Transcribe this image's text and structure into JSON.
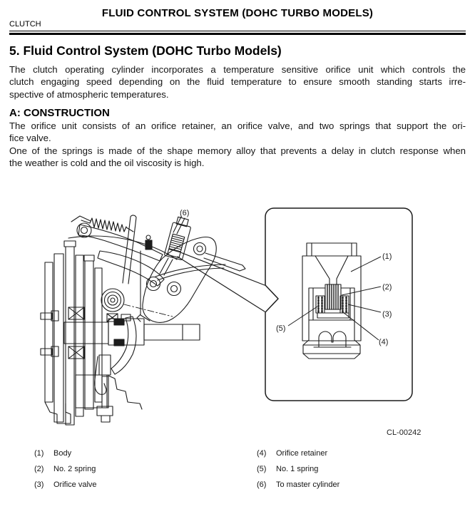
{
  "page": {
    "header": {
      "title": "FLUID CONTROL SYSTEM (DOHC TURBO MODELS)",
      "section_label": "CLUTCH"
    },
    "section_heading": "5. Fluid Control System (DOHC Turbo Models)",
    "intro_lines": [
      "The clutch operating cylinder incorporates a temperature sensitive orifice unit which controls the",
      "clutch engaging speed depending on the fluid temperature to ensure smooth standing starts irre-",
      "spective of atmospheric temperatures."
    ],
    "construction": {
      "heading": "A: CONSTRUCTION",
      "lines": [
        "The orifice unit consists of an orifice retainer, an orifice valve, and two springs that support the ori-",
        "fice valve.",
        "One of the springs is made of the shape memory alloy that prevents a delay in clutch response when",
        "the weather is cold and the oil viscosity is high."
      ]
    },
    "figure": {
      "code": "CL-00242",
      "callouts": [
        "(1)",
        "(2)",
        "(3)",
        "(4)",
        "(5)",
        "(6)"
      ],
      "legend": [
        {
          "num": "(1)",
          "label": "Body"
        },
        {
          "num": "(2)",
          "label": "No. 2 spring"
        },
        {
          "num": "(3)",
          "label": "Orifice valve"
        },
        {
          "num": "(4)",
          "label": "Orifice retainer"
        },
        {
          "num": "(5)",
          "label": "No. 1 spring"
        },
        {
          "num": "(6)",
          "label": "To master cylinder"
        }
      ]
    }
  }
}
